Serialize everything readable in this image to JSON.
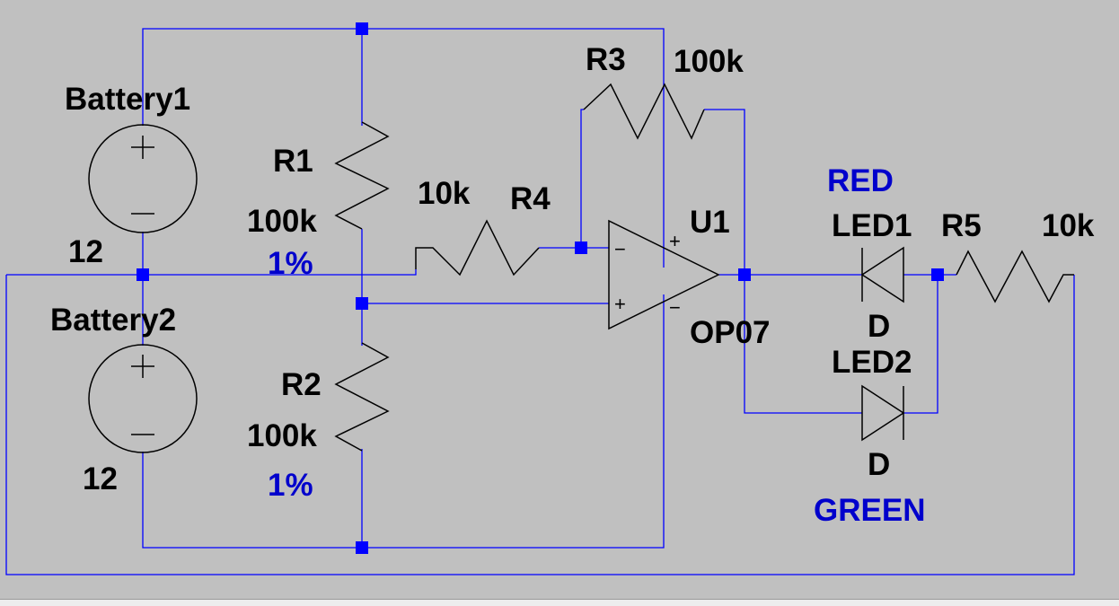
{
  "battery1": {
    "name": "Battery1",
    "value": "12"
  },
  "battery2": {
    "name": "Battery2",
    "value": "12"
  },
  "r1": {
    "name": "R1",
    "value": "100k",
    "tolerance": "1%"
  },
  "r2": {
    "name": "R2",
    "value": "100k",
    "tolerance": "1%"
  },
  "r3": {
    "name": "R3",
    "value": "100k"
  },
  "r4": {
    "name": "R4",
    "value": "10k"
  },
  "r5": {
    "name": "R5",
    "value": "10k"
  },
  "u1": {
    "name": "U1",
    "model": "OP07",
    "pin_plus": "+",
    "pin_minus": "−"
  },
  "led1": {
    "name": "LED1",
    "model": "D",
    "color": "RED"
  },
  "led2": {
    "name": "LED2",
    "model": "D",
    "color": "GREEN"
  },
  "colors": {
    "background": "#c0c0c0",
    "wire": "#0000ff",
    "component": "#000000",
    "label": "#000000",
    "attribute_label": "#0000cc"
  },
  "icons": {
    "battery": "voltage-source-icon",
    "resistor": "resistor-icon",
    "opamp": "opamp-icon",
    "diode": "led-icon"
  }
}
